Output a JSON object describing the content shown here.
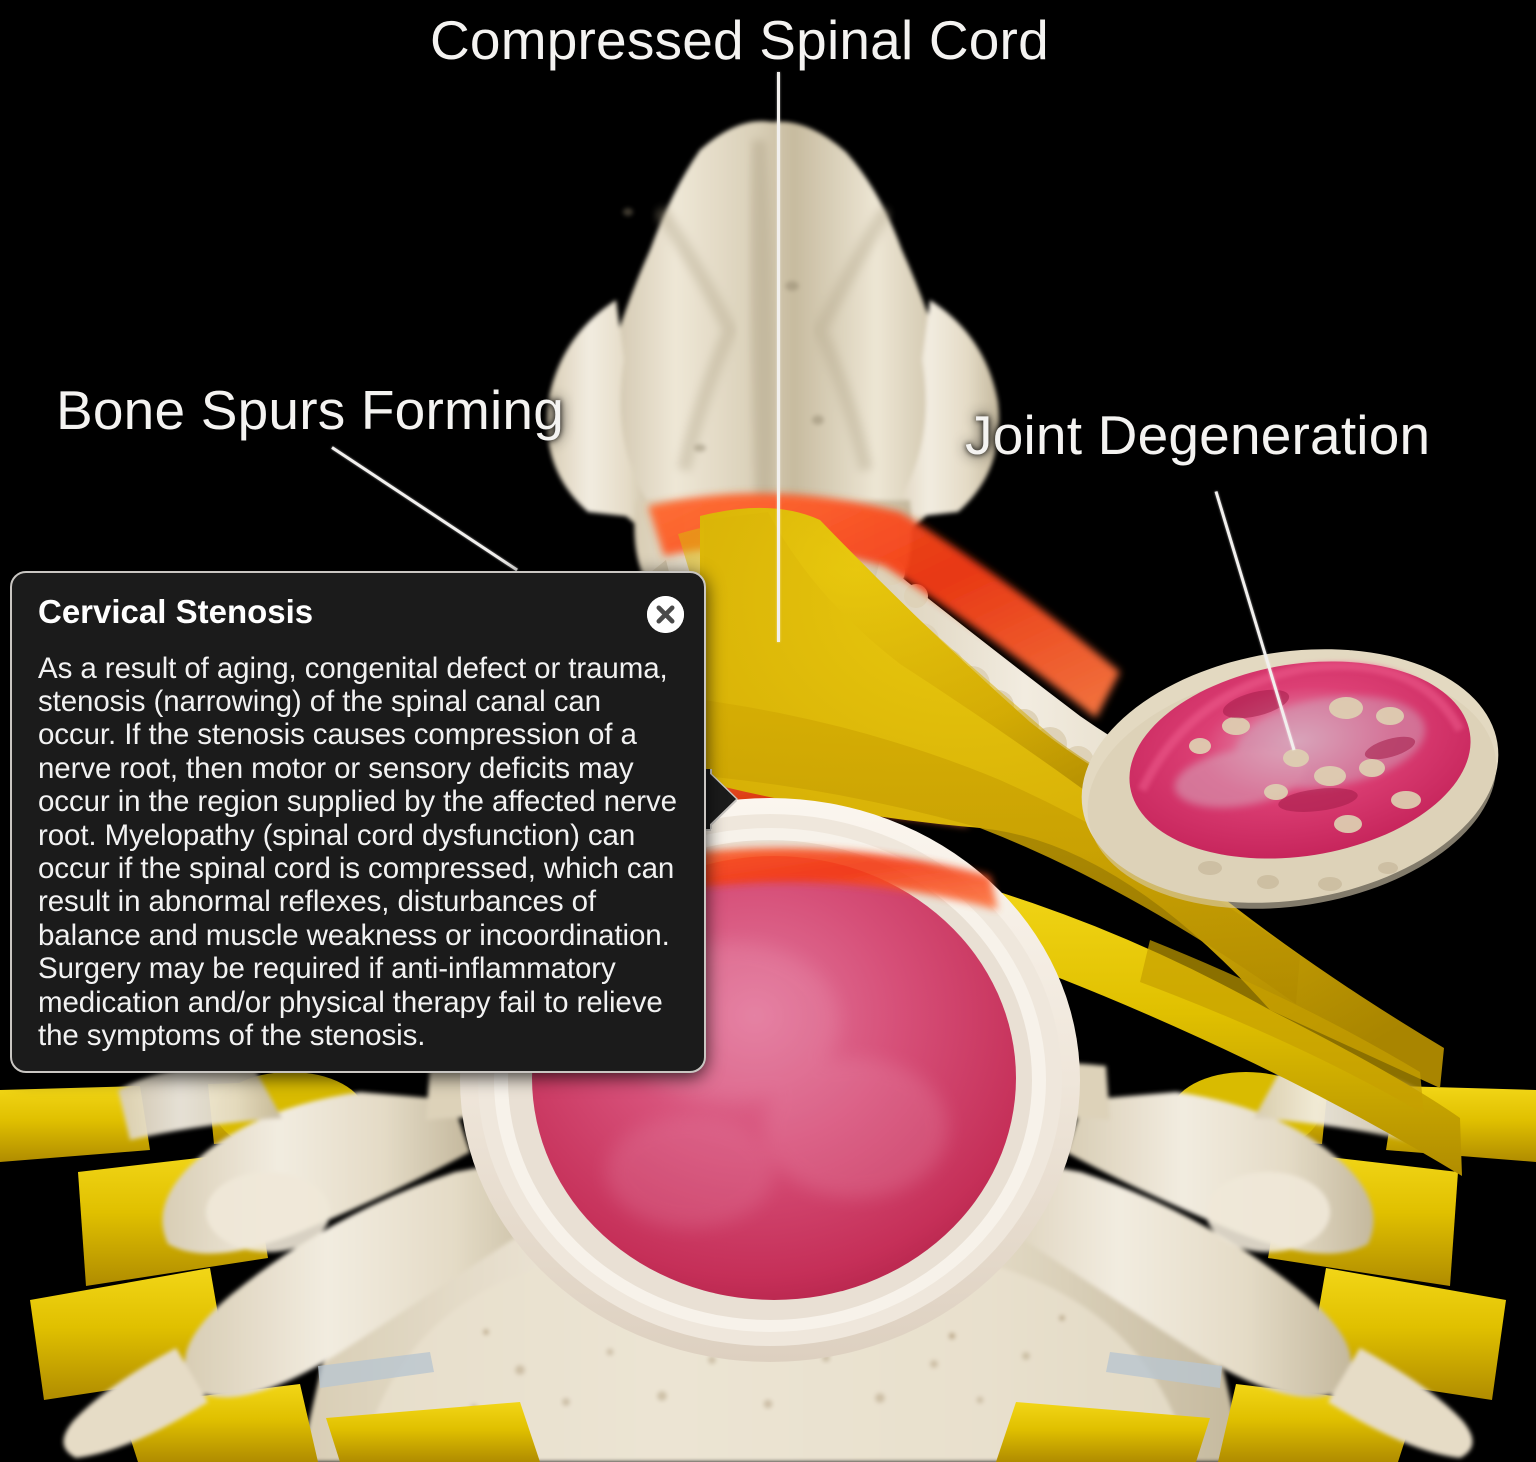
{
  "scene": {
    "background_color": "#000000",
    "subject": "cervical vertebra superior axial view with stenosis"
  },
  "annotations": [
    {
      "id": "compressed-spinal-cord",
      "label": "Compressed Spinal Cord",
      "target": "flattened yellow spinal cord in narrowed canal"
    },
    {
      "id": "bone-spurs-forming",
      "label": "Bone Spurs Forming",
      "target": "osteophytes along lamina with red inflammation"
    },
    {
      "id": "joint-degeneration",
      "label": "Joint Degeneration",
      "target": "eroded pink facet joint cartilage"
    }
  ],
  "callout": {
    "title": "Cervical Stenosis",
    "body": "As a result of aging, congenital defect or trauma, stenosis (narrowing) of the spinal canal can occur. If the stenosis causes compression of a nerve root, then motor or sensory deficits may occur in the region supplied by the affected nerve root. Myelopathy (spinal cord dysfunction) can occur if the spinal cord is compressed, which can result in abnormal reflexes, disturbances of balance and muscle weakness or incoordination. Surgery may be required if anti-inflammatory medication and/or physical therapy fail to relieve the symptoms of the stenosis.",
    "close_icon": "close-circle-icon",
    "background_color": "#1b1b1b",
    "border_color": "#c9c6c2",
    "text_color": "#f2f2f2"
  },
  "palette": {
    "bone": "#e8e0cd",
    "bone_shadow": "#b9ae98",
    "spinal_cord_yellow": "#d9b400",
    "nerve_yellow": "#e2c400",
    "disc_nucleus": "#cf3a65",
    "disc_annulus": "#f0eae4",
    "inflammation_red": "#f0461f",
    "facet_cartilage": "#d8306a",
    "label_text": "#f4f3f1"
  }
}
